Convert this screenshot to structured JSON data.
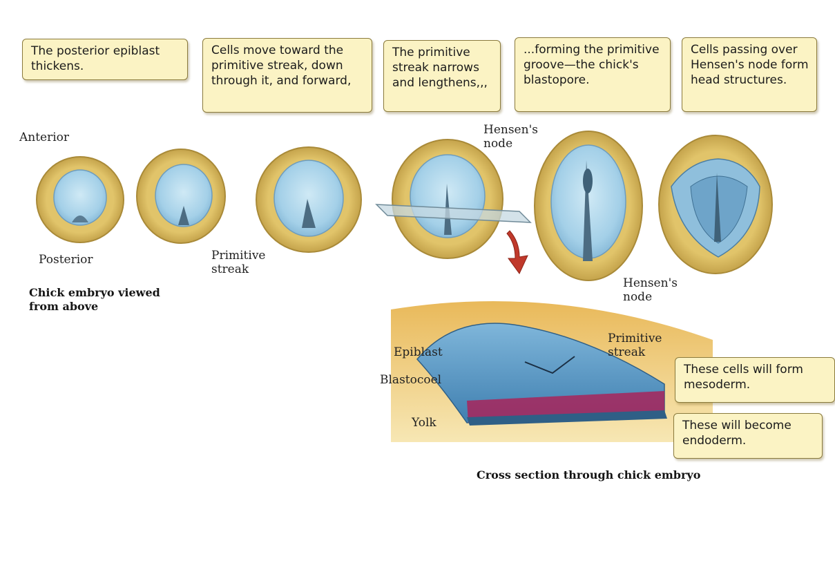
{
  "callouts": {
    "stage1": "The posterior epiblast thickens.",
    "stage3": "Cells move toward the primitive streak, down through it, and forward,",
    "stage4": "The primitive streak narrows and lengthens,,,",
    "stage5": "...forming the primitive groove—the chick's blastopore.",
    "stage6": "Cells passing over Hensen's node form head structures.",
    "mesoderm": "These cells will form mesoderm.",
    "endoderm": "These will become endoderm."
  },
  "labels": {
    "anterior": "Anterior",
    "posterior": "Posterior",
    "primitive_streak": "Primitive streak",
    "hensens_node_top": "Hensen's node",
    "hensens_node_bottom": "Hensen's node",
    "epiblast": "Epiblast",
    "blastocoel": "Blastocoel",
    "yolk": "Yolk",
    "primitive_streak_cross": "Primitive streak"
  },
  "captions": {
    "top_view": "Chick embryo viewed from above",
    "cross_section": "Cross section through chick embryo"
  },
  "colors": {
    "yolk_ring": "#d8b85a",
    "blue_disc": "#a9d4ea",
    "streak": "#4c6c82",
    "callout_fill": "#fbf3c4",
    "arrow": "#c0392b",
    "mesoderm": "#a8245a"
  }
}
